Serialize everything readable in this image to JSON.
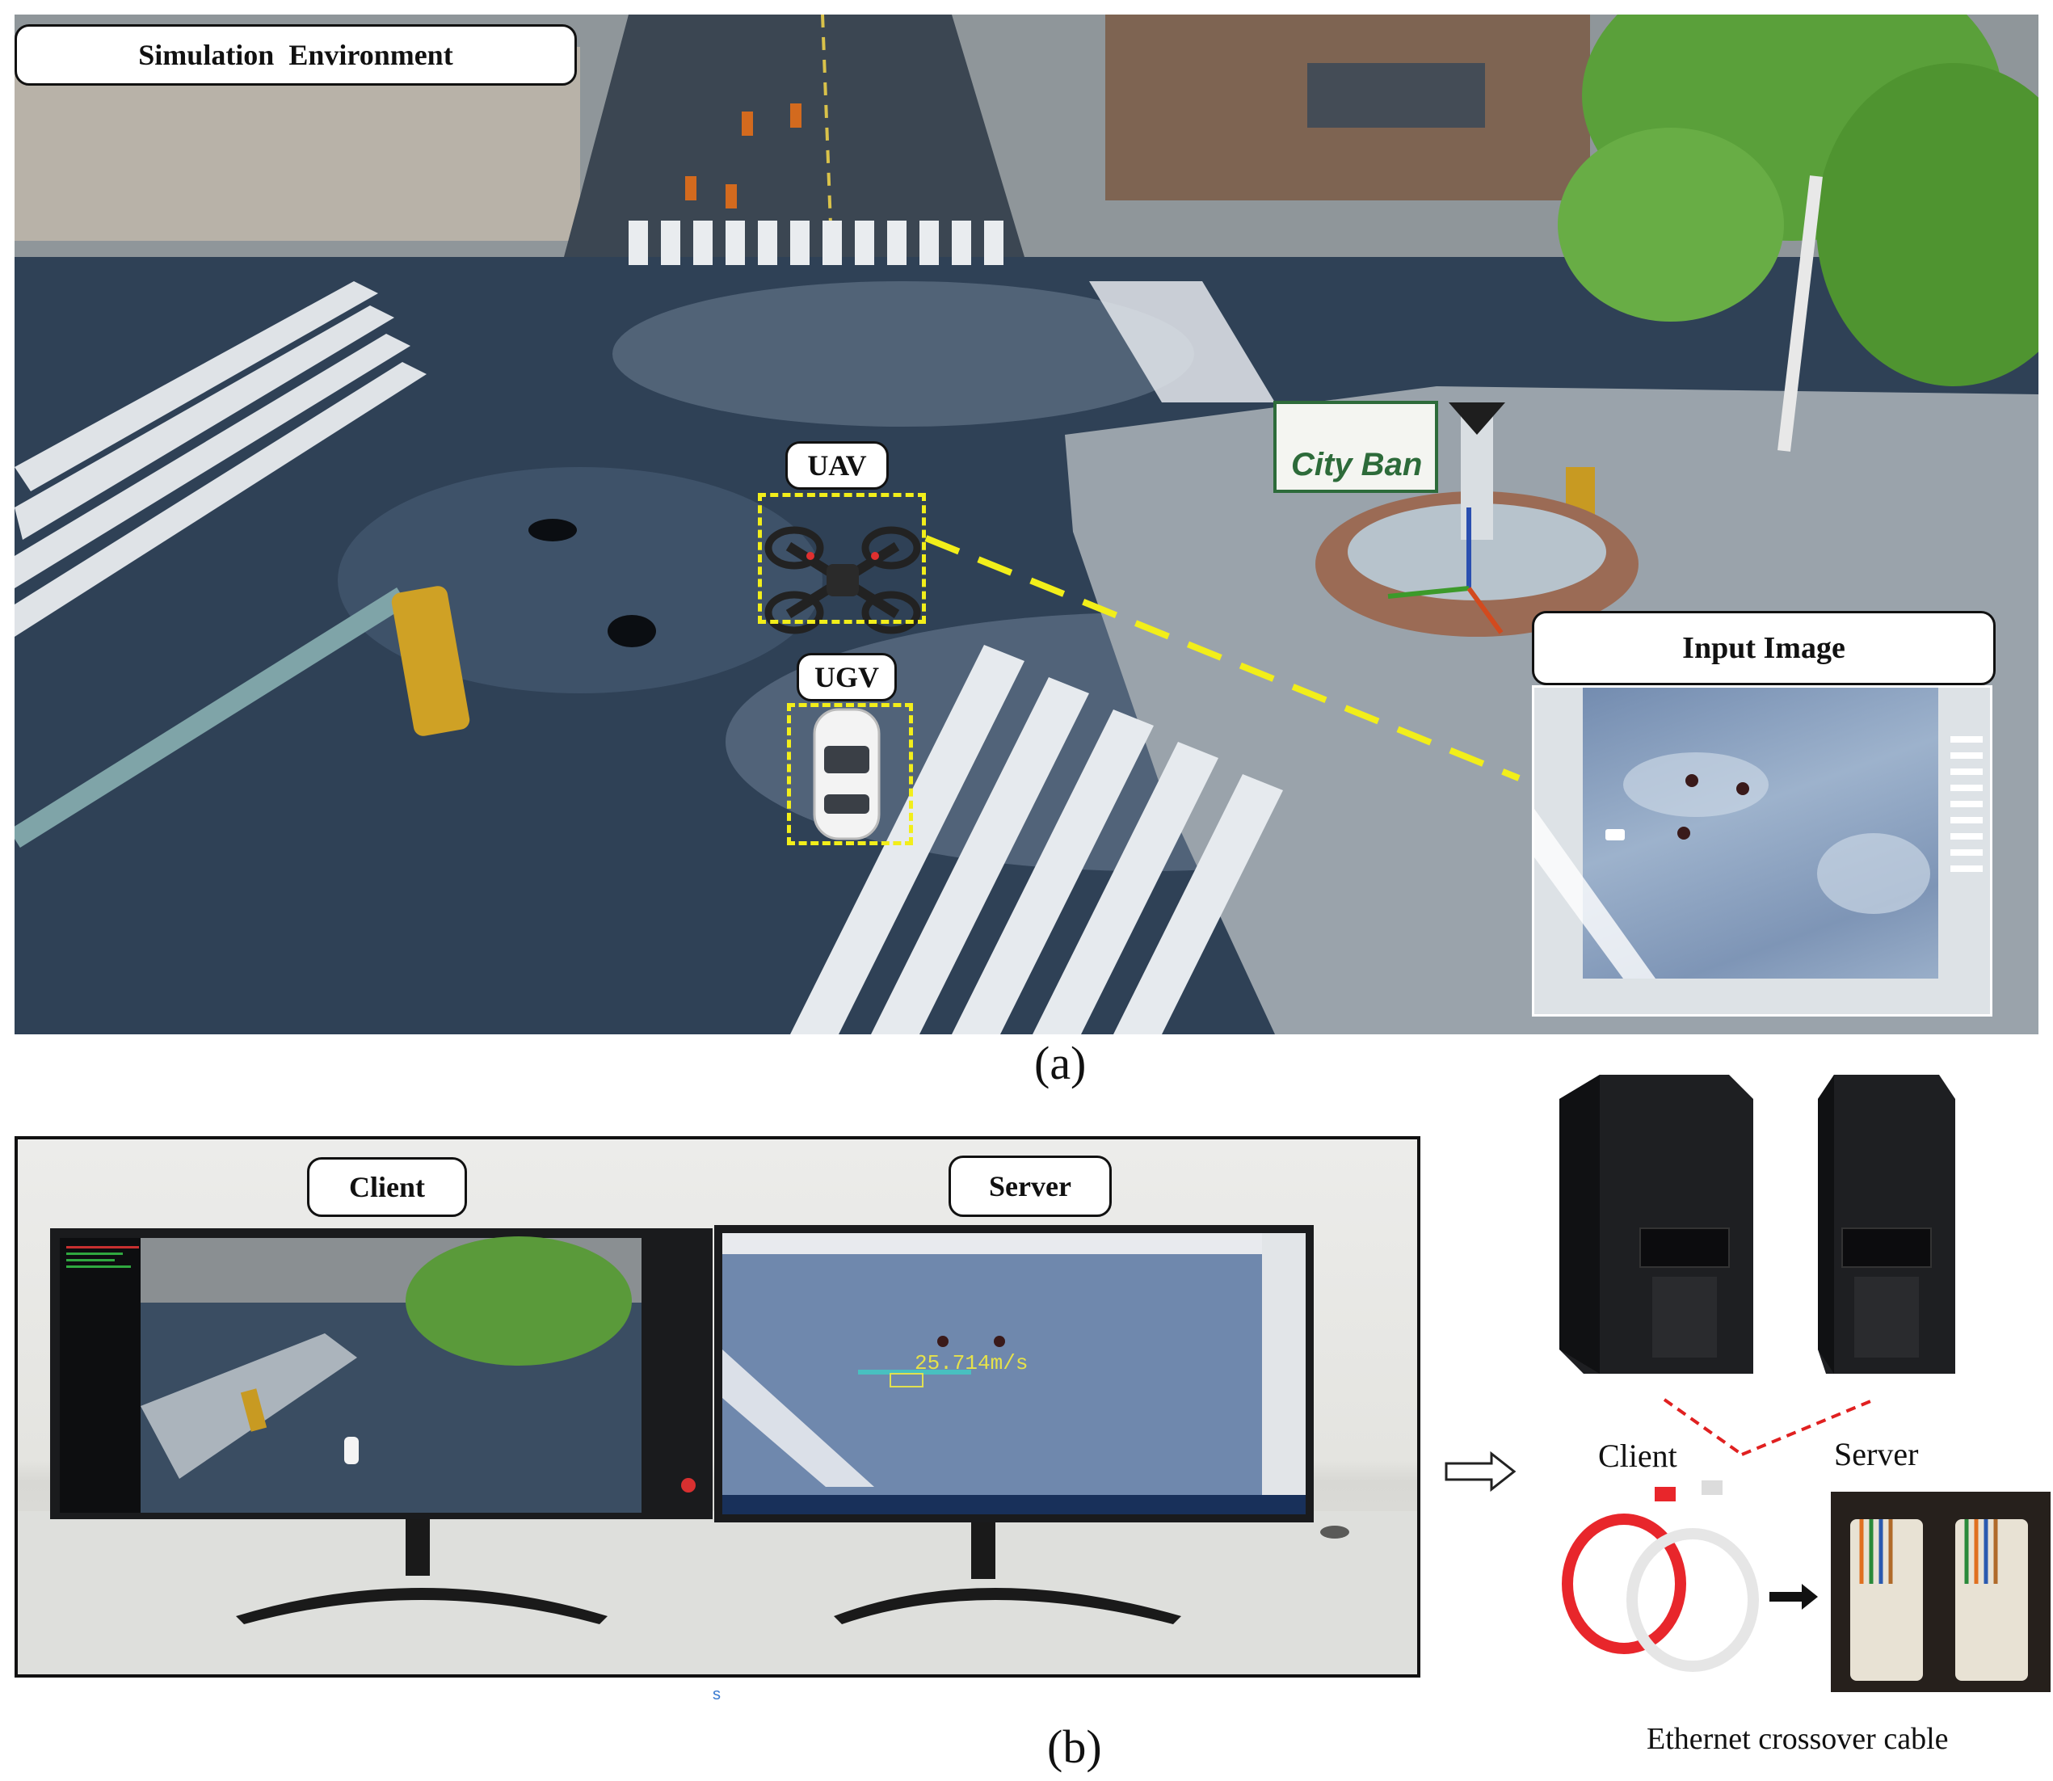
{
  "panel_a": {
    "title": "Simulation  Environment",
    "uav_label": "UAV",
    "ugv_label": "UGV",
    "input_image_label": "Input Image",
    "sign_text": "City Ban",
    "caption": "(a)"
  },
  "panel_b": {
    "client_label": "Client",
    "server_label": "Server",
    "speed_readout": "25.714m/s",
    "caption": "(b)",
    "stray_mark": "s"
  },
  "hardware": {
    "client_label": "Client",
    "server_label": "Server",
    "cable_caption": "Ethernet crossover cable"
  },
  "colors": {
    "dash_yellow": "#f2ee1a",
    "link_red": "#e02020",
    "cable_red": "#e8262b"
  }
}
